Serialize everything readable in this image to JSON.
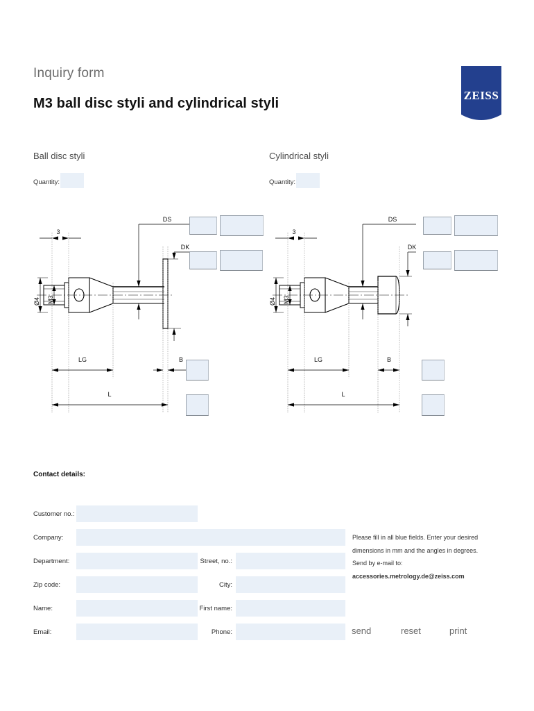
{
  "header": {
    "subtitle": "Inquiry form",
    "title": "M3 ball disc styli and cylindrical styli",
    "logo_text": "ZEISS",
    "logo_color": "#23408e"
  },
  "sections": {
    "left": {
      "title": "Ball disc styli",
      "quantity_label": "Quantity:"
    },
    "right": {
      "title": "Cylindrical styli",
      "quantity_label": "Quantity:"
    }
  },
  "drawing_labels": {
    "three": "3",
    "diameter4": "Ø4",
    "m3": "M3",
    "ds": "DS",
    "dk": "DK",
    "lg": "LG",
    "b": "B",
    "l": "L"
  },
  "contact": {
    "title": "Contact details:",
    "fields": [
      {
        "label": "Customer no.:",
        "value": ""
      },
      {
        "label": "Company:",
        "value": ""
      },
      {
        "label": "Department:",
        "value": ""
      },
      {
        "label": "Street, no.:",
        "value": ""
      },
      {
        "label": "Zip code:",
        "value": ""
      },
      {
        "label": "City:",
        "value": ""
      },
      {
        "label": "Name:",
        "value": ""
      },
      {
        "label": "First name:",
        "value": ""
      },
      {
        "label": "Email:",
        "value": ""
      },
      {
        "label": "Phone:",
        "value": ""
      }
    ]
  },
  "note": {
    "line1": "Please fill in all blue fields. Enter your desired",
    "line2": "dimensions in mm and the angles in degrees.",
    "line3": "Send by e-mail to:",
    "email": "accessories.metrology.de@zeiss.com"
  },
  "buttons": {
    "send": "send",
    "reset": "reset",
    "print": "print"
  },
  "colors": {
    "field_blue": "#e8eff8",
    "field_border": "#9aa3ad",
    "brand_blue": "#23408e",
    "text_gray": "#6d6d6d"
  }
}
